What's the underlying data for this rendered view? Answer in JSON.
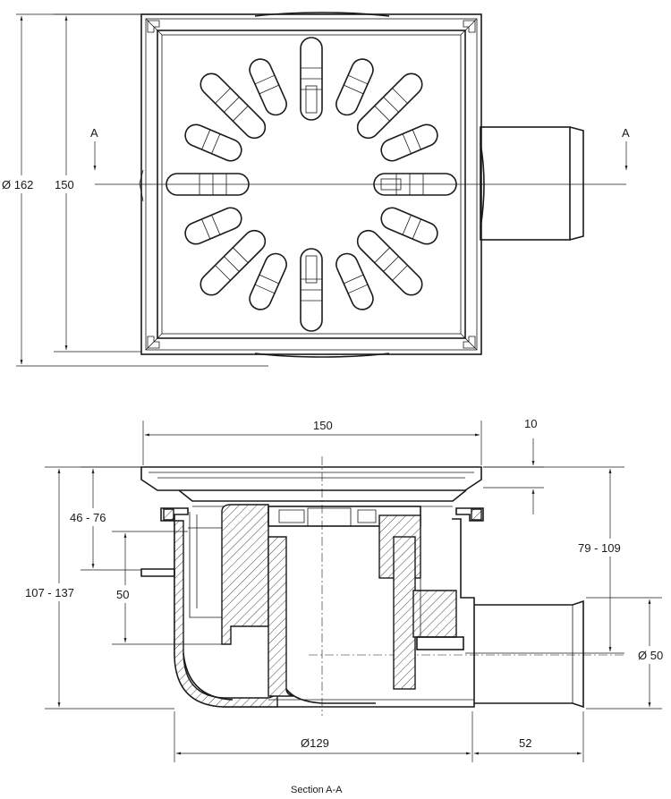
{
  "top_view": {
    "dim_diameter_outer": "Ø 162",
    "dim_width": "150",
    "section_mark_left": "A",
    "section_mark_right": "A"
  },
  "section_view": {
    "dim_top_width": "150",
    "dim_rim": "10",
    "dim_range_1": "46 - 76",
    "dim_range_total": "107 - 137",
    "dim_seal": "50",
    "dim_range_2": "79 - 109",
    "dim_outlet_diameter": "Ø 50",
    "dim_body_diameter": "Ø129",
    "dim_outlet_length": "52",
    "caption": "Section A-A"
  }
}
